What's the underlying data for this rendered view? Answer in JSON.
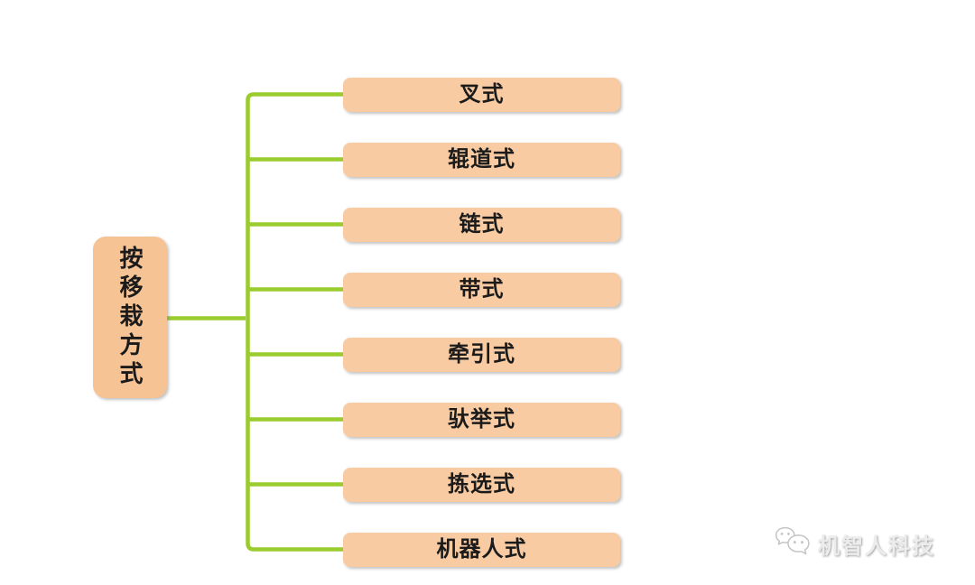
{
  "mindmap": {
    "root": {
      "label": "按移栽方式"
    },
    "children": [
      {
        "label": "叉式"
      },
      {
        "label": "辊道式"
      },
      {
        "label": "链式"
      },
      {
        "label": "带式"
      },
      {
        "label": "牵引式"
      },
      {
        "label": "驮举式"
      },
      {
        "label": "拣选式"
      },
      {
        "label": "机器人式"
      }
    ]
  },
  "watermark": {
    "text": "机智人科技"
  },
  "colors": {
    "node_fill": "#F8CBA3",
    "root_fill": "#F6C395",
    "connector": "#9ACC2E",
    "node_text": "#1B1B1B",
    "watermark_gray": "#C4C4C4"
  }
}
